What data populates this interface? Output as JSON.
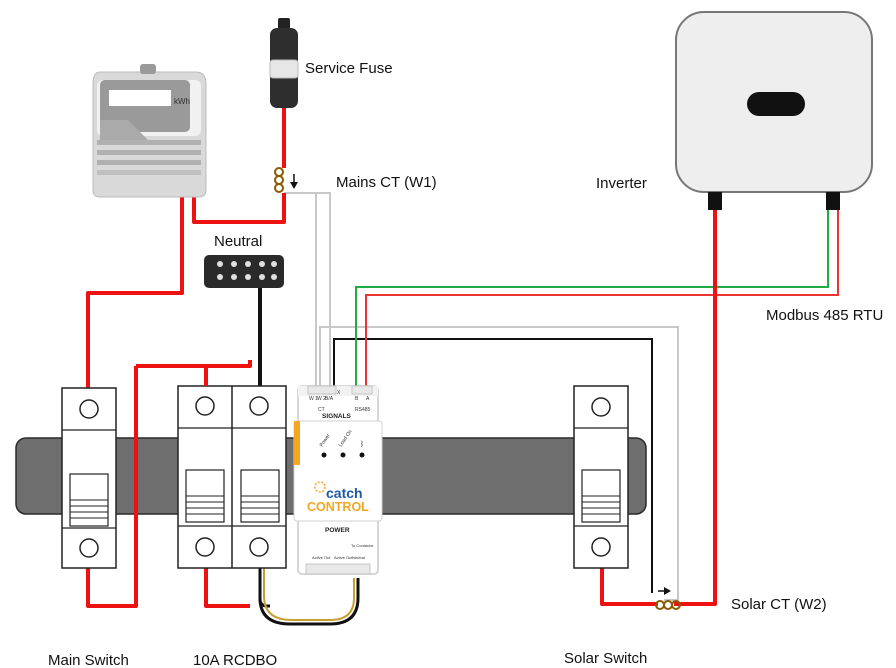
{
  "labels": {
    "service_fuse": "Service Fuse",
    "mains_ct": "Mains CT (W1)",
    "neutral": "Neutral",
    "inverter": "Inverter",
    "modbus": "Modbus 485 RTU",
    "solar_ct": "Solar CT (W2)",
    "main_switch": "Main Switch",
    "rcbo": "10A RCDBO",
    "solar_switch": "Solar Switch"
  },
  "meter": {
    "unit": "kWh"
  },
  "device": {
    "brand_top": "catch",
    "brand_bottom": "CONTROL",
    "signals_title": "SIGNALS",
    "power_title": "POWER",
    "ct_label": "CT",
    "rs485_label": "RS485",
    "terminal_w1": "W 1",
    "terminal_w2": "W 2",
    "terminal_gnd": "B/A",
    "terminal_x": "X",
    "terminal_b": "B",
    "terminal_a": "A",
    "led_power": "Power",
    "led_load": "Load On",
    "led_bt": "ᛒ",
    "power_t1": "Active Out",
    "power_t2_top": "To Contactor",
    "power_t2": "Active Out",
    "power_t3": "Neutral"
  },
  "colors": {
    "active_wire": "#ee1111",
    "neutral_wire": "#111111",
    "signal_grey": "#c8c8c8",
    "rs485_green": "#22aa44",
    "rs485_red": "#ee3333",
    "din_rail": "#6e6e6e",
    "brand_orange": "#f5a623",
    "brand_blue": "#1e5aa8"
  }
}
